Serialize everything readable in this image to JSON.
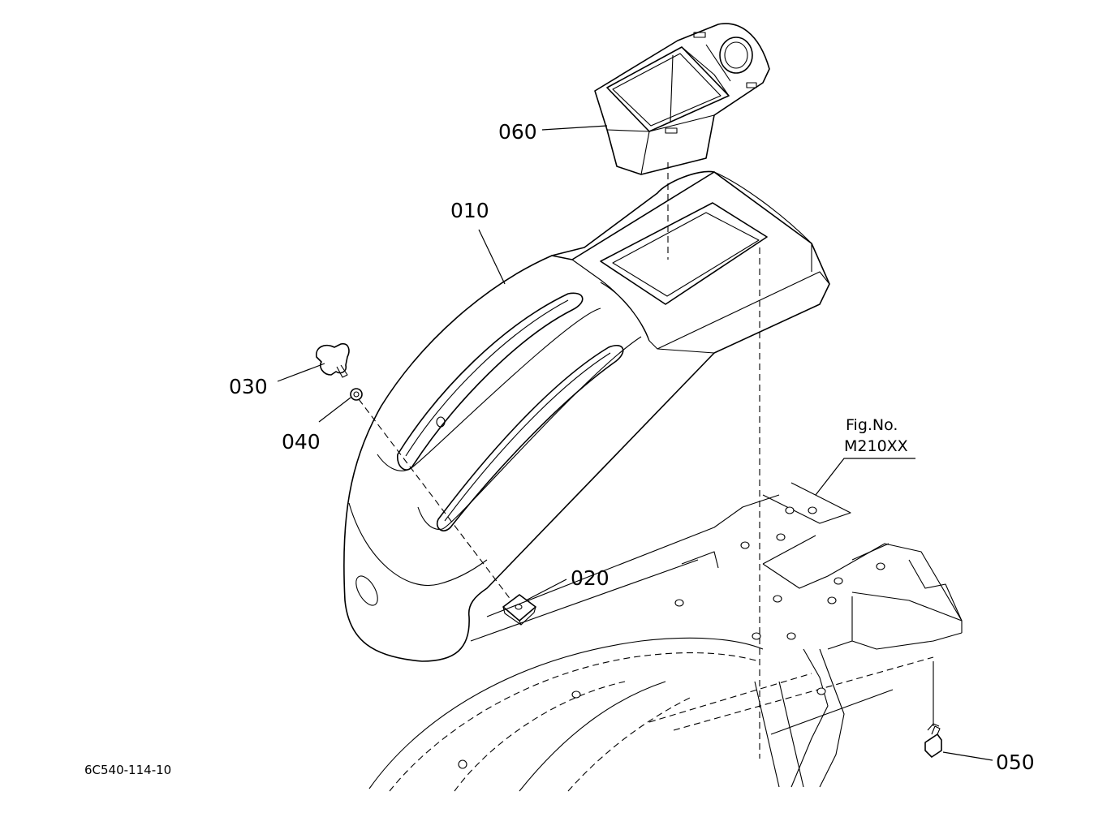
{
  "callouts": {
    "part_010": "010",
    "part_020": "020",
    "part_030": "030",
    "part_040": "040",
    "part_050": "050",
    "part_060": "060"
  },
  "figure_reference": {
    "line1": "Fig.No.",
    "line2": "M210XX"
  },
  "drawing_code": "6C540-114-10"
}
